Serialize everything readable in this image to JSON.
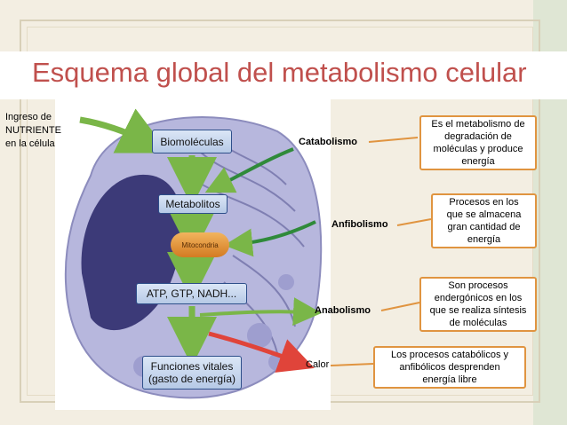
{
  "title": "Esquema global del metabolismo celular",
  "ingreso": [
    "Ingreso de",
    "NUTRIENTE",
    "en la célula"
  ],
  "boxes": {
    "biomoleculas": "Biomoléculas",
    "metabolitos": "Metabolitos",
    "mitocondria": "Mitocondria",
    "atp": "ATP, GTP, NADH...",
    "funciones_1": "Funciones vitales",
    "funciones_2": "(gasto de energía)"
  },
  "processes": {
    "catabolismo": "Catabolismo",
    "anfibolismo": "Anfibolismo",
    "anabolismo": "Anabolismo",
    "calor": "Calor"
  },
  "definitions": {
    "catabolismo": [
      "Es el metabolismo de",
      "degradación de",
      "moléculas y produce",
      "energía"
    ],
    "anfibolismo": [
      "Procesos en los",
      "que se almacena",
      "gran cantidad de",
      "energía"
    ],
    "anabolismo": [
      "Son procesos",
      "endergónicos en los",
      "que se realiza síntesis",
      "de moléculas"
    ],
    "calor": [
      "Los procesos catabólicos y",
      "anfibólicos desprenden",
      "energía libre"
    ]
  },
  "colors": {
    "title": "#c0504d",
    "box_border": "#e09440",
    "arrow_green": "#7ab648",
    "arrow_red": "#e0443a"
  }
}
